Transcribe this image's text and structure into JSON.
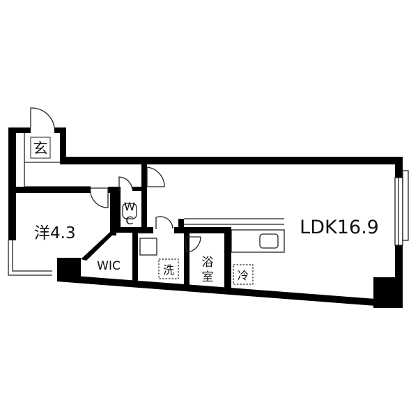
{
  "floor_plan": {
    "rooms": {
      "entrance": "玄",
      "western_room": "洋4.3",
      "toilet_line1": "W",
      "toilet_line2": "C",
      "walk_in_closet": "WIC",
      "washroom": "洗",
      "bathroom_line1": "浴",
      "bathroom_line2": "室",
      "refrigerator": "冷",
      "ldk": "LDK16.9"
    },
    "colors": {
      "wall": "#000000",
      "background": "#ffffff",
      "thin_line": "#222222"
    }
  }
}
